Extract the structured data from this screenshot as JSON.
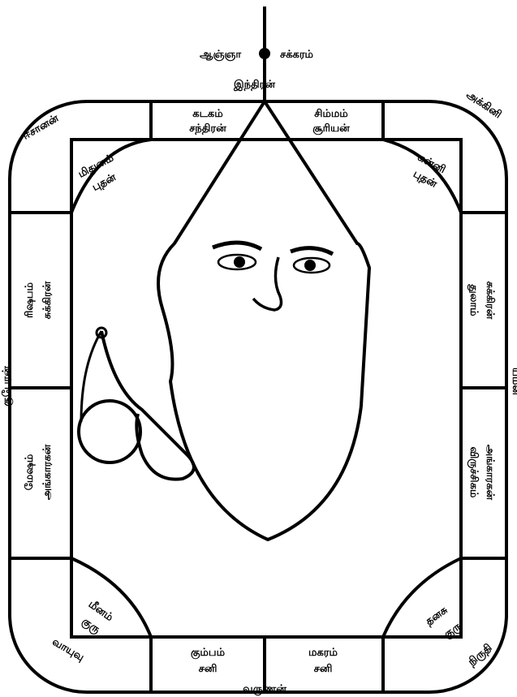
{
  "chakra": {
    "label": "ஆஞ்ஞா சக்கரம்",
    "top": "இந்திரன்"
  },
  "directions": {
    "northeast": "ஈசானன்",
    "southeast": "அக்கினி",
    "north": "குபேரன்",
    "south": "யமன்",
    "northwest": "வாயுவு",
    "southwest": "நிருதி",
    "west": "வருணன்"
  },
  "houses": {
    "top_left": {
      "sign": "கடகம்",
      "planet": "சந்திரன்"
    },
    "top_right": {
      "sign": "சிம்மம்",
      "planet": "சூரியன்"
    },
    "corner_tl": {
      "sign": "மிதுனம்",
      "planet": "புதன்"
    },
    "corner_tr": {
      "sign": "கன்னி",
      "planet": "புதன்"
    },
    "left_upper": {
      "sign": "ரிஷபம்",
      "planet": "சுக்கிரன்"
    },
    "left_lower": {
      "sign": "மேஷம்",
      "planet": "அங்காரகன்"
    },
    "right_upper": {
      "sign": "துலாம்",
      "planet": "சுக்கிரன்"
    },
    "right_lower": {
      "sign": "விருச்சிகம்",
      "planet": "அங்காரகன்"
    },
    "corner_bl": {
      "sign": "மீனம்",
      "planet": "குரு"
    },
    "corner_br": {
      "sign": "தனசு",
      "planet": "குரு"
    },
    "bottom_left": {
      "sign": "கும்பம்",
      "planet": "சனி"
    },
    "bottom_right": {
      "sign": "மகரம்",
      "planet": "சனி"
    }
  }
}
